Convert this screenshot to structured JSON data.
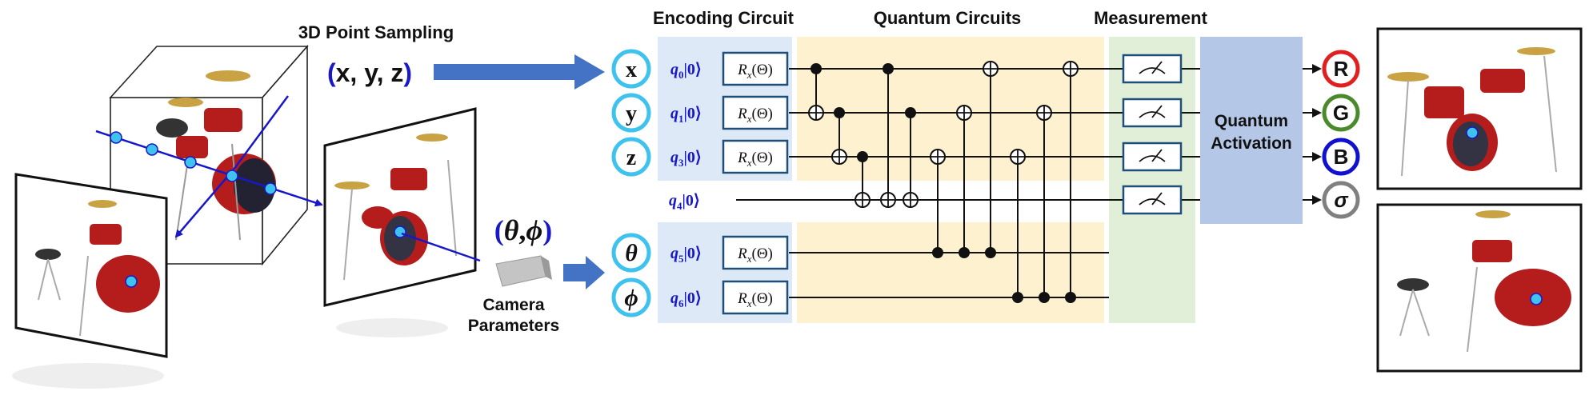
{
  "sampling": {
    "title": "3D Point Sampling",
    "coords_open": "(",
    "coords_body": "x, y, z",
    "coords_close": ")"
  },
  "camera": {
    "params_open": "(",
    "theta": "θ",
    "comma": ",",
    "phi": "ϕ",
    "params_close": ")",
    "label_line1": "Camera",
    "label_line2": "Parameters"
  },
  "sections": {
    "encoding": "Encoding Circuit",
    "quantum": "Quantum Circuits",
    "measurement": "Measurement"
  },
  "inputs": [
    {
      "symbol": "x",
      "qubit": "q",
      "index": "0",
      "ket": "|0⟩"
    },
    {
      "symbol": "y",
      "qubit": "q",
      "index": "1",
      "ket": "|0⟩"
    },
    {
      "symbol": "z",
      "qubit": "q",
      "index": "3",
      "ket": "|0⟩"
    },
    {
      "symbol": "",
      "qubit": "q",
      "index": "4",
      "ket": "|0⟩"
    },
    {
      "symbol": "θ",
      "qubit": "q",
      "index": "5",
      "ket": "|0⟩"
    },
    {
      "symbol": "ϕ",
      "qubit": "q",
      "index": "6",
      "ket": "|0⟩"
    }
  ],
  "gate": {
    "r": "R",
    "sub": "x",
    "arg": "(Θ)"
  },
  "activation": {
    "line1": "Quantum",
    "line2": "Activation"
  },
  "outputs": [
    {
      "label": "R",
      "color": "#e02020"
    },
    {
      "label": "G",
      "color": "#4a8a2a"
    },
    {
      "label": "B",
      "color": "#1010d0"
    },
    {
      "label": "σ",
      "color": "#808080"
    }
  ],
  "colors": {
    "accent_blue": "#1818c8",
    "arrow_blue": "#4472c4",
    "cyan": "#3fc3ee",
    "encoding_bg": "#dde9f6",
    "quantum_bg": "#fdf1d0",
    "measurement_bg": "#e1efd9",
    "activation_bg": "#b4c7e7"
  }
}
